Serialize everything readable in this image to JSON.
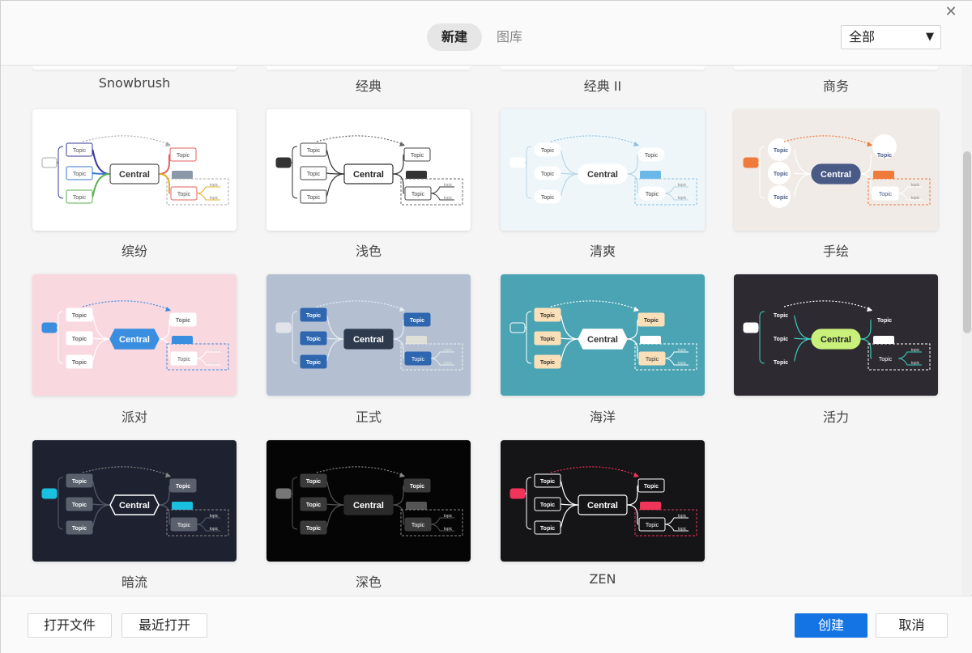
{
  "header": {
    "tabs": [
      {
        "label": "新建",
        "active": true
      },
      {
        "label": "图库",
        "active": false
      }
    ],
    "filter": {
      "selected": "全部"
    }
  },
  "top_row_labels": [
    "Snowbrush",
    "经典",
    "经典 II",
    "商务"
  ],
  "templates": [
    {
      "name": "缤纷",
      "theme": "colorful"
    },
    {
      "name": "浅色",
      "theme": "light"
    },
    {
      "name": "清爽",
      "theme": "fresh"
    },
    {
      "name": "手绘",
      "theme": "handdrawn"
    },
    {
      "name": "派对",
      "theme": "party"
    },
    {
      "name": "正式",
      "theme": "formal"
    },
    {
      "name": "海洋",
      "theme": "ocean"
    },
    {
      "name": "活力",
      "theme": "vitality"
    },
    {
      "name": "暗流",
      "theme": "undercurrent"
    },
    {
      "name": "深色",
      "theme": "dark"
    },
    {
      "name": "ZEN",
      "theme": "zen"
    }
  ],
  "preview_text": {
    "central": "Central",
    "topic": "Topic",
    "subtopic": "topic"
  },
  "footer": {
    "open_file": "打开文件",
    "recent": "最近打开",
    "create": "创建",
    "cancel": "取消"
  },
  "colors": {
    "accent": "#1474e4"
  }
}
